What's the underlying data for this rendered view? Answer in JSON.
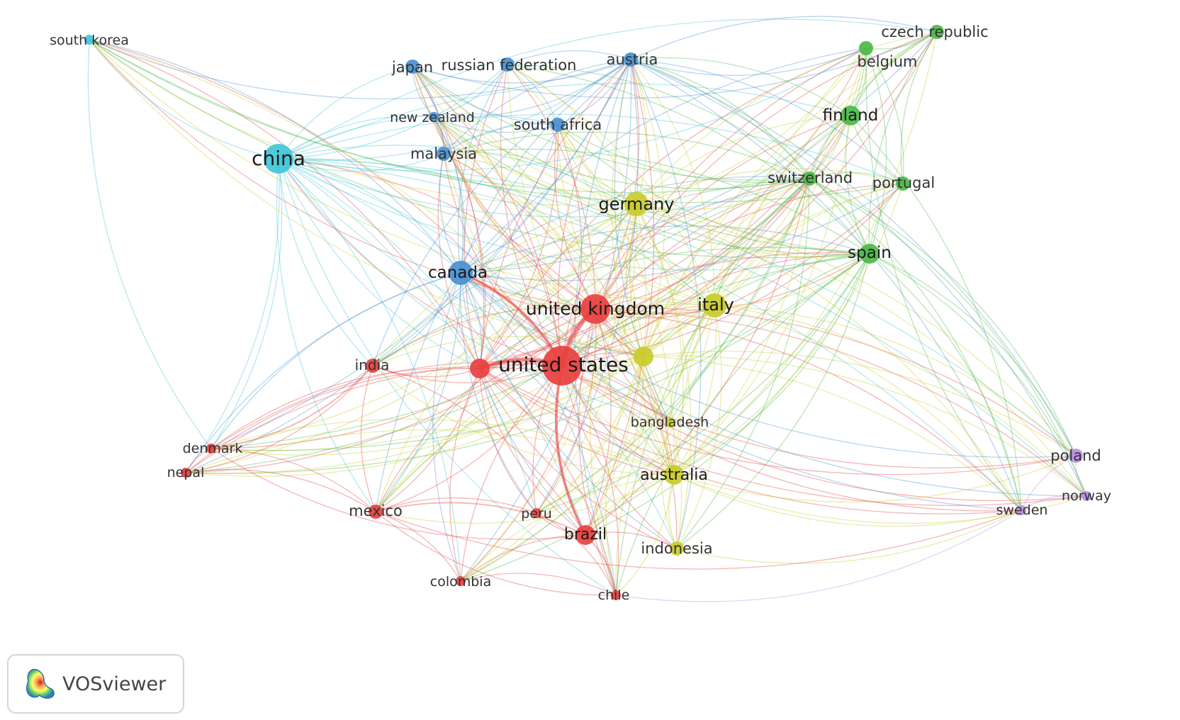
{
  "badge": {
    "text": "VOSviewer"
  },
  "clusters": {
    "red": "#e8403f",
    "green": "#4cb848",
    "blue": "#4a90d0",
    "yellow": "#c9cc2a",
    "purple": "#b98ee0",
    "cyan": "#41c6d8"
  },
  "nodes": [
    {
      "id": "south_korea",
      "label": "south korea",
      "cluster": "cyan",
      "weight": 1
    },
    {
      "id": "china",
      "label": "china",
      "cluster": "cyan",
      "weight": 5
    },
    {
      "id": "japan",
      "label": "japan",
      "cluster": "blue",
      "weight": 2
    },
    {
      "id": "russian_federation",
      "label": "russian federation",
      "cluster": "blue",
      "weight": 2
    },
    {
      "id": "austria",
      "label": "austria",
      "cluster": "blue",
      "weight": 2
    },
    {
      "id": "new_zealand",
      "label": "new zealand",
      "cluster": "blue",
      "weight": 1
    },
    {
      "id": "south_africa",
      "label": "south africa",
      "cluster": "blue",
      "weight": 2
    },
    {
      "id": "malaysia",
      "label": "malaysia",
      "cluster": "blue",
      "weight": 2
    },
    {
      "id": "canada",
      "label": "canada",
      "cluster": "blue",
      "weight": 4
    },
    {
      "id": "czech_republic",
      "label": "czech republic",
      "cluster": "green",
      "weight": 2
    },
    {
      "id": "belgium",
      "label": "belgium",
      "cluster": "green",
      "weight": 2
    },
    {
      "id": "finland",
      "label": "finland",
      "cluster": "green",
      "weight": 3
    },
    {
      "id": "switzerland",
      "label": "switzerland",
      "cluster": "green",
      "weight": 2
    },
    {
      "id": "portugal",
      "label": "portugal",
      "cluster": "green",
      "weight": 2
    },
    {
      "id": "spain",
      "label": "spain",
      "cluster": "green",
      "weight": 3
    },
    {
      "id": "germany",
      "label": "germany",
      "cluster": "yellow",
      "weight": 4
    },
    {
      "id": "italy",
      "label": "italy",
      "cluster": "yellow",
      "weight": 4
    },
    {
      "id": "yellow_unlabeled",
      "label": "",
      "cluster": "yellow",
      "weight": 3
    },
    {
      "id": "bangladesh",
      "label": "bangladesh",
      "cluster": "yellow",
      "weight": 1
    },
    {
      "id": "australia",
      "label": "australia",
      "cluster": "yellow",
      "weight": 3
    },
    {
      "id": "indonesia",
      "label": "indonesia",
      "cluster": "yellow",
      "weight": 2
    },
    {
      "id": "united_kingdom",
      "label": "united kingdom",
      "cluster": "red",
      "weight": 5
    },
    {
      "id": "united_states",
      "label": "united states",
      "cluster": "red",
      "weight": 7
    },
    {
      "id": "red_unlabeled",
      "label": "",
      "cluster": "red",
      "weight": 3
    },
    {
      "id": "india",
      "label": "india",
      "cluster": "red",
      "weight": 2
    },
    {
      "id": "denmark",
      "label": "denmark",
      "cluster": "red",
      "weight": 1
    },
    {
      "id": "nepal",
      "label": "nepal",
      "cluster": "red",
      "weight": 1
    },
    {
      "id": "mexico",
      "label": "mexico",
      "cluster": "red",
      "weight": 2
    },
    {
      "id": "peru",
      "label": "peru",
      "cluster": "red",
      "weight": 1
    },
    {
      "id": "brazil",
      "label": "brazil",
      "cluster": "red",
      "weight": 3
    },
    {
      "id": "colombia",
      "label": "colombia",
      "cluster": "red",
      "weight": 1
    },
    {
      "id": "chile",
      "label": "chile",
      "cluster": "red",
      "weight": 1
    },
    {
      "id": "poland",
      "label": "poland",
      "cluster": "purple",
      "weight": 2
    },
    {
      "id": "norway",
      "label": "norway",
      "cluster": "purple",
      "weight": 1
    },
    {
      "id": "sweden",
      "label": "sweden",
      "cluster": "purple",
      "weight": 1
    }
  ]
}
